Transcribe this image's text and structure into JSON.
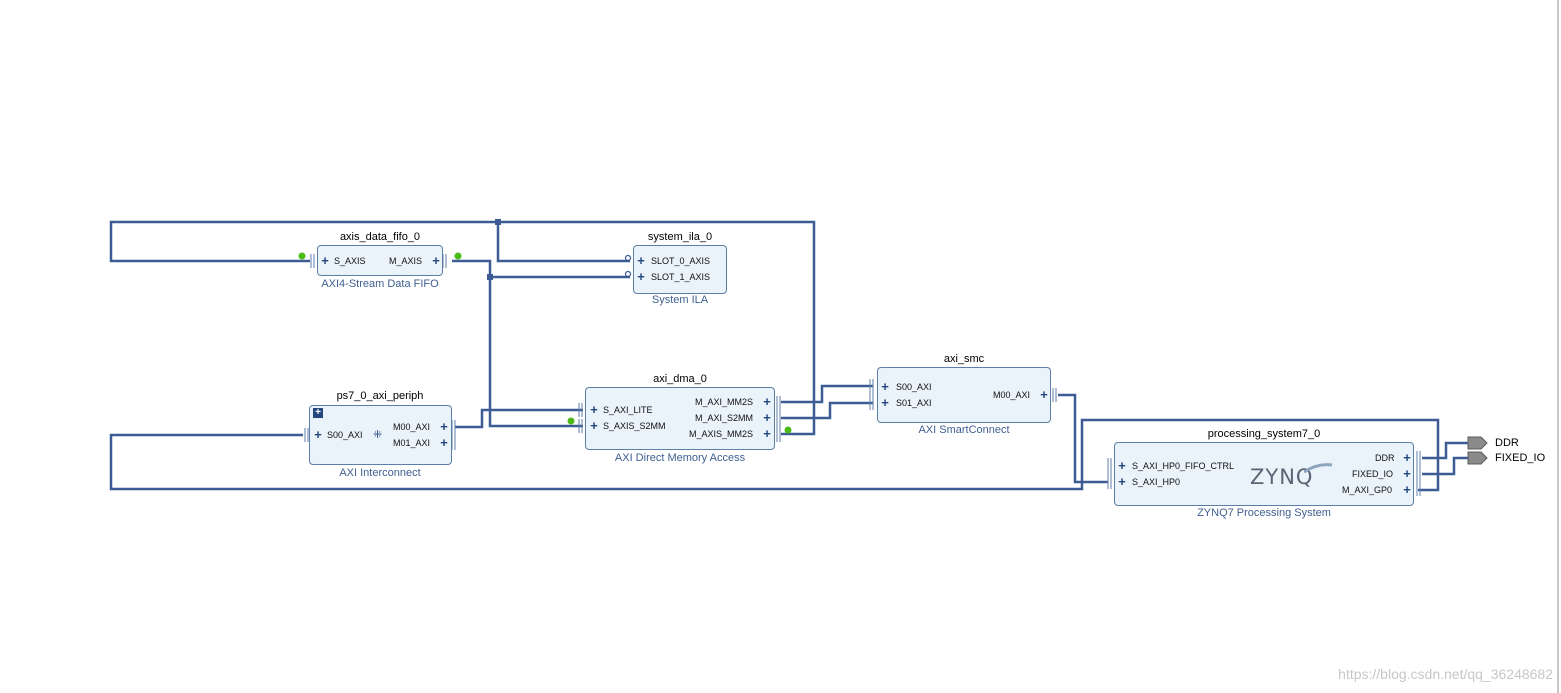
{
  "blocks": {
    "fifo": {
      "instance": "axis_data_fifo_0",
      "ip": "AXI4-Stream Data FIFO",
      "ports": [
        "S_AXIS",
        "M_AXIS"
      ]
    },
    "ila": {
      "instance": "system_ila_0",
      "ip": "System ILA",
      "ports": [
        "SLOT_0_AXIS",
        "SLOT_1_AXIS"
      ]
    },
    "periph": {
      "instance": "ps7_0_axi_periph",
      "ip": "AXI Interconnect",
      "ports": [
        "S00_AXI",
        "M00_AXI",
        "M01_AXI"
      ]
    },
    "dma": {
      "instance": "axi_dma_0",
      "ip": "AXI Direct Memory Access",
      "ports": [
        "S_AXI_LITE",
        "S_AXIS_S2MM",
        "M_AXI_MM2S",
        "M_AXI_S2MM",
        "M_AXIS_MM2S"
      ]
    },
    "smc": {
      "instance": "axi_smc",
      "ip": "AXI SmartConnect",
      "ports": [
        "S00_AXI",
        "S01_AXI",
        "M00_AXI"
      ]
    },
    "ps": {
      "instance": "processing_system7_0",
      "ip": "ZYNQ7 Processing System",
      "ports": [
        "S_AXI_HP0_FIFO_CTRL",
        "S_AXI_HP0",
        "DDR",
        "FIXED_IO",
        "M_AXI_GP0"
      ],
      "logo": "ZYNQ"
    }
  },
  "external_ports": [
    "DDR",
    "FIXED_IO"
  ],
  "watermark": "https://blog.csdn.net/qq_36248682",
  "colors": {
    "wire": "#3d5b95",
    "block_fill": "#eaf2fa",
    "block_border": "#5d7ea8",
    "stream_dot": "#4cbb17"
  },
  "icons": {
    "expand": "plus-square-icon",
    "interface": "plus-icon",
    "smartconnect": "crossbar-icon",
    "interconnect": "interconnect-icon",
    "ext_port": "port-arrow-icon"
  }
}
